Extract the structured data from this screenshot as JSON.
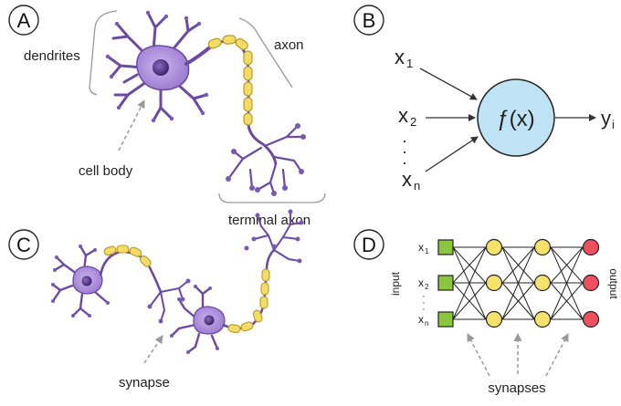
{
  "colors": {
    "neuron_body": "#a98bd6",
    "neuron_dark": "#5a3d91",
    "nucleus": "#4a2d7a",
    "myelin": "#f2dc63",
    "myelin_stroke": "#b99a2a",
    "function_node": "#bfe3f5",
    "input_node": "#8cc63f",
    "hidden_node": "#f4e26b",
    "output_node": "#ef4f5e",
    "arrow": "#333333",
    "dashed_arrow": "#999999",
    "bracket": "#999999"
  },
  "panels": {
    "a": {
      "letter": "A",
      "dendrites": "dendrites",
      "axon": "axon",
      "cell_body": "cell body",
      "terminal_axon": "terminal axon"
    },
    "b": {
      "letter": "B",
      "func": "ƒ(x)",
      "x": "x",
      "y": "y",
      "sub_1": "1",
      "sub_2": "2",
      "sub_n": "n",
      "sub_i": "i",
      "dots": "·"
    },
    "c": {
      "letter": "C",
      "synapse": "synapse"
    },
    "d": {
      "letter": "D",
      "input": "input",
      "output": "output",
      "synapses": "synapses",
      "x": "x",
      "sub_1": "1",
      "sub_2": "2",
      "sub_n": "n",
      "dots": "·"
    }
  }
}
